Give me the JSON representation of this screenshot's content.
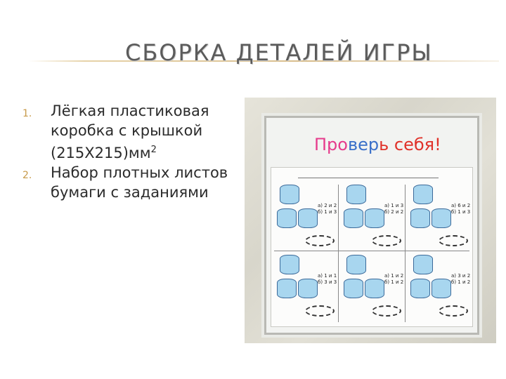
{
  "slide": {
    "title": "СБОРКА ДЕТАЛЕЙ ИГРЫ",
    "items": [
      {
        "number": "1.",
        "text": "Лёгкая пластиковая коробка с крышкой (215Х215)мм",
        "sup": "2"
      },
      {
        "number": "2.",
        "text": "Набор плотных листов бумаги с заданиями"
      }
    ]
  },
  "photo": {
    "check_title_parts": [
      "Про",
      "вер",
      "ь себя!"
    ],
    "sheet_cells": [
      {
        "answers": "а) 2 и 2\nб) 1 и 3"
      },
      {
        "answers": "а) 1 и 3\nб) 2 и 2"
      },
      {
        "answers": "а) 6 и 2\nб) 1 и 3"
      },
      {
        "answers": "а) 1 и 1\nб) 3 и 3"
      },
      {
        "answers": "а) 1 и 2\nб) 1 и 2"
      },
      {
        "answers": "а) 3 и 2\nб) 1 и 2"
      }
    ]
  },
  "colors": {
    "title": "#5b5b5b",
    "number": "#c79a4a",
    "text": "#2b2b2b",
    "cylinder": "#a8d6ef"
  }
}
